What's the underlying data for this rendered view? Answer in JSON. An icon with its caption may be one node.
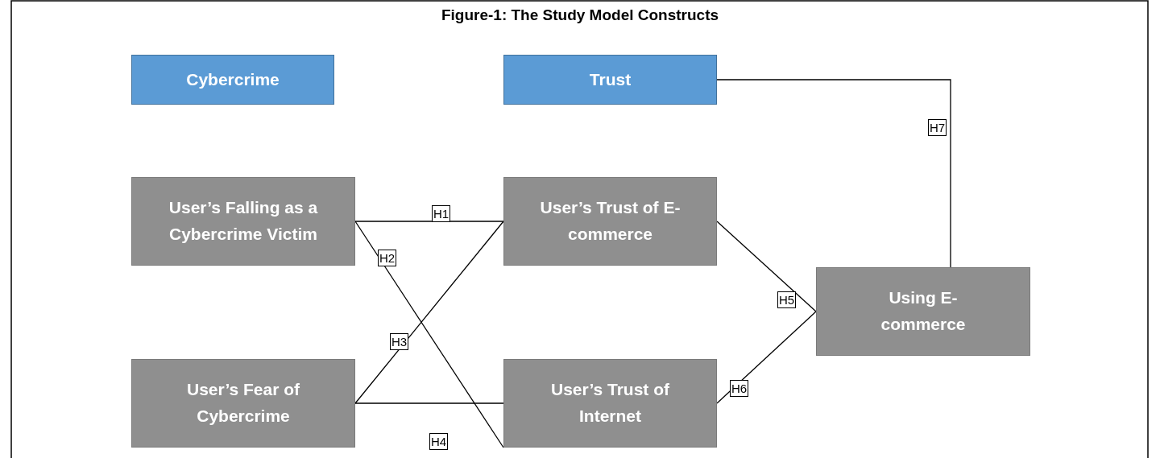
{
  "diagram": {
    "title": "Figure-1: The Study Model Constructs",
    "nodes": [
      {
        "text": [
          "Cybercrime"
        ]
      },
      {
        "text": [
          "Trust"
        ]
      },
      {
        "text": [
          "User’s Falling as a Cybercrime Victim"
        ]
      },
      {
        "text": [
          "User’s Trust of E-commerce"
        ]
      },
      {
        "text": [
          "User’s Fear of Cybercrime"
        ]
      },
      {
        "text": [
          "User’s Trust of Internet"
        ]
      },
      {
        "text": [
          "Using E-commerce"
        ]
      }
    ],
    "edges": [
      {
        "from": 2,
        "to": 3,
        "arrow": "none",
        "label": "H1"
      },
      {
        "from": 2,
        "to": 5,
        "arrow": "none",
        "label": "H2"
      },
      {
        "from": 4,
        "to": 3,
        "arrow": "none",
        "label": "H3"
      },
      {
        "from": 4,
        "to": 5,
        "arrow": "none",
        "label": "H4"
      },
      {
        "from": 3,
        "to": 6,
        "arrow": "none",
        "label": "H5"
      },
      {
        "from": 5,
        "to": 6,
        "arrow": "none",
        "label": "H6"
      },
      {
        "from": 1,
        "to": 6,
        "arrow": "none",
        "label": "H7"
      }
    ]
  }
}
